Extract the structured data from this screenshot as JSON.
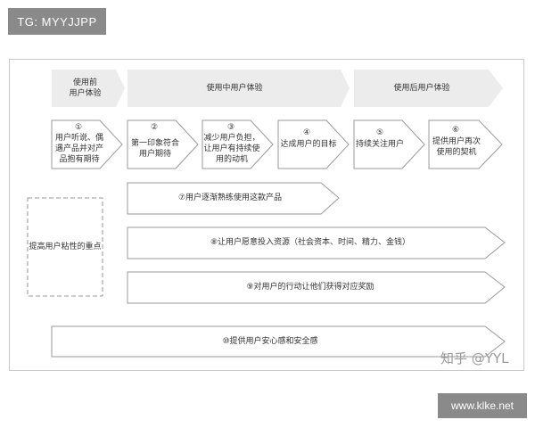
{
  "tag": "TG: MYYJJPP",
  "footer": "www.klke.net",
  "watermark": "知乎 @YYL",
  "phases": [
    "使用前\n用户体验",
    "使用中用户体验",
    "使用后用户体验"
  ],
  "steps": [
    {
      "num": "①",
      "text": "用户听说、偶\n遇产品并对产\n品抱有期待"
    },
    {
      "num": "②",
      "text": "第一印象符合\n用户期待"
    },
    {
      "num": "③",
      "text": "减少用户负担，\n让用户有持续使\n用的动机"
    },
    {
      "num": "④",
      "text": "达成用户的目标"
    },
    {
      "num": "⑤",
      "text": "持续关注用户"
    },
    {
      "num": "⑥",
      "text": "提供用户再次\n使用的契机"
    }
  ],
  "focus_box": "提高用户粘性的重点",
  "bands": [
    "⑦用户逐渐熟练使用这款产品",
    "⑧让用户愿意投入资源（社会资本、时间、精力、金钱）",
    "⑨对用户的行动让他们获得对应奖励",
    "⑩提供用户安心感和安全感"
  ],
  "colors": {
    "phase_fill": "#ececec",
    "line": "#9a9a9a",
    "text": "#333333"
  }
}
